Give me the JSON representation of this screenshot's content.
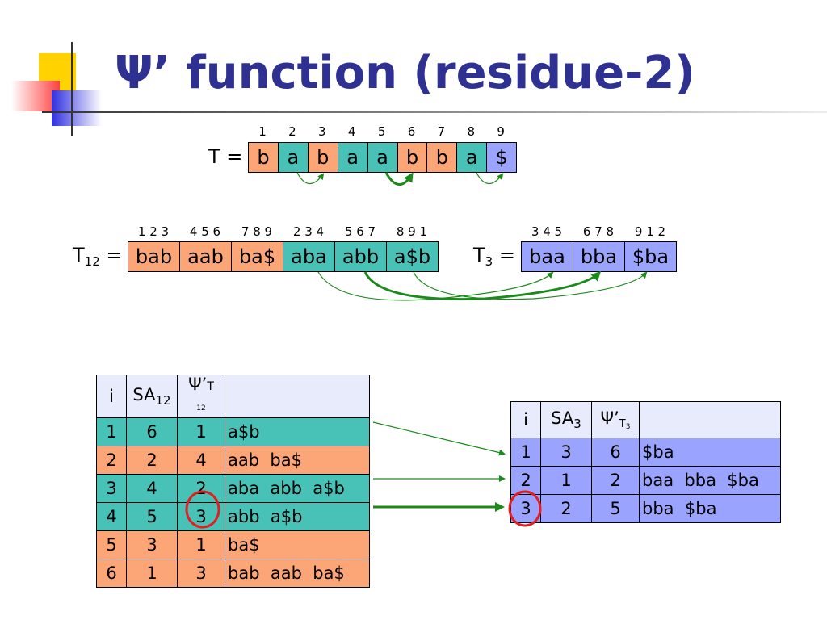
{
  "title": "Ψ’ function (residue-2)",
  "T": {
    "label": "T =",
    "indices": [
      "1",
      "2",
      "3",
      "4",
      "5",
      "6",
      "7",
      "8",
      "9"
    ],
    "chars": [
      "b",
      "a",
      "b",
      "a",
      "a",
      "b",
      "b",
      "a",
      "$"
    ]
  },
  "T12": {
    "label_main": "T",
    "label_sub": "12",
    "label_eq": " =",
    "indices": [
      "1 2 3",
      "4 5 6",
      "7 8 9",
      "2 3 4",
      "5 6 7",
      "8 9 1"
    ],
    "cells": [
      "bab",
      "aab",
      "ba$",
      "aba",
      "abb",
      "a$b"
    ]
  },
  "T3": {
    "label_main": "T",
    "label_sub": "3",
    "label_eq": " =",
    "indices": [
      "3 4 5",
      "6 7 8",
      "9 1 2"
    ],
    "cells": [
      "baa",
      "bba",
      "$ba"
    ]
  },
  "table12": {
    "headers": {
      "i": "i",
      "sa": "SA",
      "sa_sub": "12",
      "psi": "Ψ’",
      "psi_sub": "T",
      "psi_subsub": "12"
    },
    "rows": [
      {
        "i": "1",
        "sa": "6",
        "psi": "1",
        "suffix": "a$b"
      },
      {
        "i": "2",
        "sa": "2",
        "psi": "4",
        "suffix": "aab  ba$"
      },
      {
        "i": "3",
        "sa": "4",
        "psi": "2",
        "suffix": "aba  abb  a$b"
      },
      {
        "i": "4",
        "sa": "5",
        "psi": "3",
        "suffix": "abb  a$b"
      },
      {
        "i": "5",
        "sa": "3",
        "psi": "1",
        "suffix": "ba$"
      },
      {
        "i": "6",
        "sa": "1",
        "psi": "3",
        "suffix": "bab  aab  ba$"
      }
    ]
  },
  "table3": {
    "headers": {
      "i": "i",
      "sa": "SA",
      "sa_sub": "3",
      "psi": "Ψ’",
      "psi_sub": "T",
      "psi_subsub": "3"
    },
    "rows": [
      {
        "i": "1",
        "sa": "3",
        "psi": "6",
        "suffix": "$ba"
      },
      {
        "i": "2",
        "sa": "1",
        "psi": "2",
        "suffix": "baa  bba  $ba"
      },
      {
        "i": "3",
        "sa": "2",
        "psi": "5",
        "suffix": "bba  $ba"
      }
    ]
  },
  "colors": {
    "title": "#2e3192",
    "orange": "#fca678",
    "teal": "#48c1b6",
    "blue": "#9aa4ff",
    "arrow": "#1a8a1a",
    "circle": "#e02020"
  }
}
